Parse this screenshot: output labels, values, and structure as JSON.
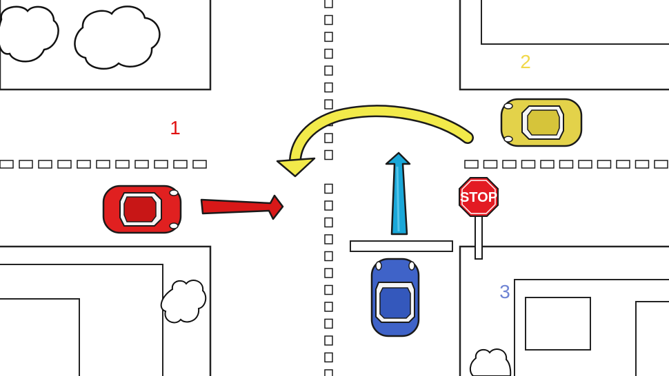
{
  "labels": {
    "car_red": "1",
    "car_yellow": "2",
    "car_blue": "3"
  },
  "sign": {
    "text": "STOP"
  },
  "colors": {
    "red_car": "#e02020",
    "yellow_car": "#e3d24a",
    "blue_car": "#3f63c8",
    "red_arrow": "#d81818",
    "yellow_arrow": "#f2ea4a",
    "blue_arrow": "#1aa7d8",
    "label_red": "#e01010",
    "label_yellow": "#f1d84a",
    "label_blue": "#6f84d4",
    "stop_sign": "#e31b23"
  }
}
